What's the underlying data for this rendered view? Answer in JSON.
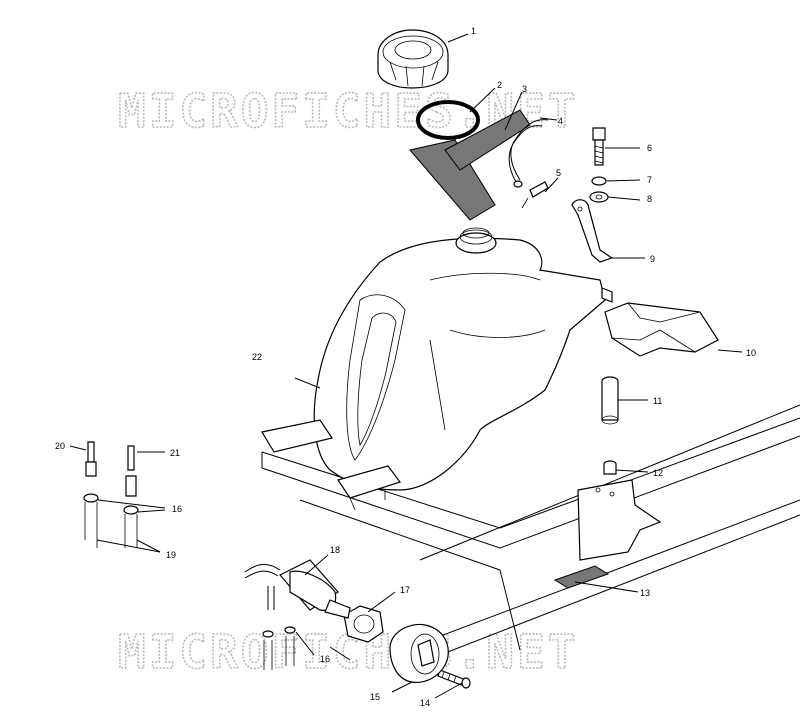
{
  "watermark": {
    "top": "MICROFICHES.NET",
    "bottom": "MICROFICHES.NET"
  },
  "callouts": [
    "1",
    "2",
    "3",
    "4",
    "5",
    "6",
    "7",
    "8",
    "9",
    "10",
    "11",
    "12",
    "13",
    "14",
    "15",
    "16",
    "16",
    "17",
    "18",
    "19",
    "20",
    "21",
    "22"
  ]
}
